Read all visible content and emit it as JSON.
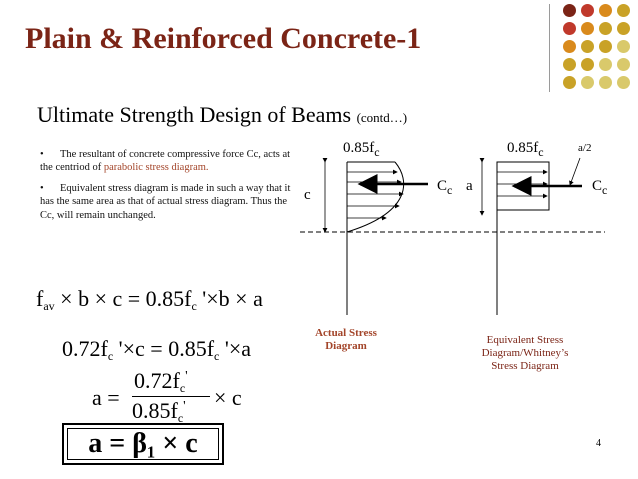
{
  "title": "Plain & Reinforced Concrete-1",
  "subtitle": {
    "main": "Ultimate Strength Design of Beams",
    "small": "(contd…)"
  },
  "bullets": {
    "b1_pre": "The resultant of concrete compressive force Cc, acts at the centriod of ",
    "b1_hl": "parabolic stress diagram.",
    "b2": "Equivalent stress diagram is made in such a way that it has the same area as that of actual stress diagram. Thus the Cc, will remain unchanged."
  },
  "equations": {
    "eq1_a": "f",
    "eq1_sub1": "av",
    "eq1_b": " × b × c = 0.85f",
    "eq1_sub2": "c",
    "eq1_c": " '×b × a",
    "eq2_a": "0.72f",
    "eq2_sub1": "c",
    "eq2_b": " '×c = 0.85f",
    "eq2_sub2": "c",
    "eq2_c": " '×a",
    "eq3_lhs": "a =",
    "eq3_num": "0.72f",
    "eq3_num_sub": "c",
    "eq3_num_prime": "'",
    "eq3_den": "0.85f",
    "eq3_den_sub": "c",
    "eq3_den_prime": "'",
    "eq3_rhs": "× c",
    "final": "a = β₁ × c"
  },
  "diagram": {
    "actual": {
      "stress": "0.85f",
      "stress_sub": "c",
      "depth": "c",
      "force": "C",
      "force_sub": "c",
      "caption1": "Actual Stress",
      "caption2": "Diagram"
    },
    "equiv": {
      "stress": "0.85f",
      "stress_sub": "c",
      "depth": "a",
      "half": "a/2",
      "force": "C",
      "force_sub": "c",
      "caption1": "Equivalent Stress",
      "caption2": "Diagram/Whitney’s",
      "caption3": "Stress Diagram"
    }
  },
  "page_number": "4",
  "colors": {
    "title": "#7b2416",
    "highlight": "#a3452a",
    "grid": [
      "#7b2416",
      "#c0392b",
      "#d98a1c",
      "#c9a227",
      "#d9c96b"
    ]
  }
}
